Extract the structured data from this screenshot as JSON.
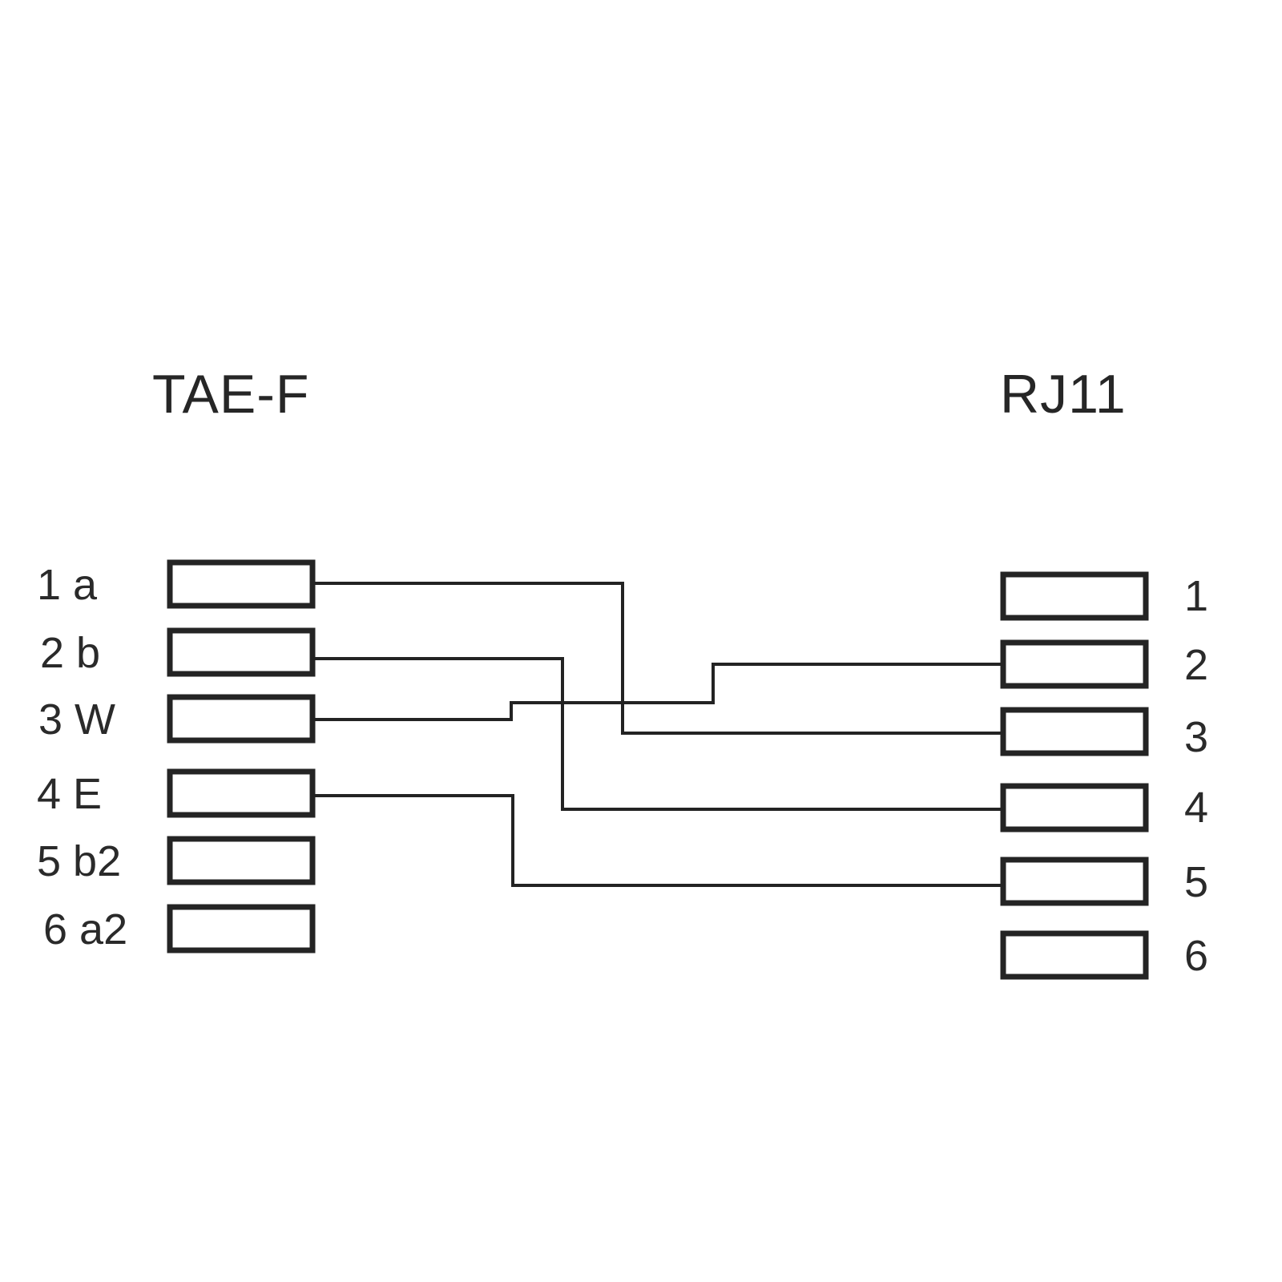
{
  "diagram": {
    "left_connector": {
      "name": "TAE-F",
      "pins": [
        {
          "label": "1 a"
        },
        {
          "label": "2 b"
        },
        {
          "label": "3 W"
        },
        {
          "label": "4 E"
        },
        {
          "label": "5 b2"
        },
        {
          "label": "6 a2"
        }
      ]
    },
    "right_connector": {
      "name": "RJ11",
      "pins": [
        {
          "label": "1"
        },
        {
          "label": "2"
        },
        {
          "label": "3"
        },
        {
          "label": "4"
        },
        {
          "label": "5"
        },
        {
          "label": "6"
        }
      ]
    },
    "connections": [
      {
        "from": "TAE-F 1 a",
        "to": "RJ11 3"
      },
      {
        "from": "TAE-F 2 b",
        "to": "RJ11 4"
      },
      {
        "from": "TAE-F 3 W",
        "to": "RJ11 2"
      },
      {
        "from": "TAE-F 4 E",
        "to": "RJ11 5"
      }
    ],
    "unconnected": {
      "left_pins": [
        "5 b2",
        "6 a2"
      ],
      "right_pins": [
        "1",
        "6"
      ]
    },
    "colors": {
      "line": "#232323",
      "text": "#2a2a2a",
      "background": "#ffffff"
    }
  }
}
